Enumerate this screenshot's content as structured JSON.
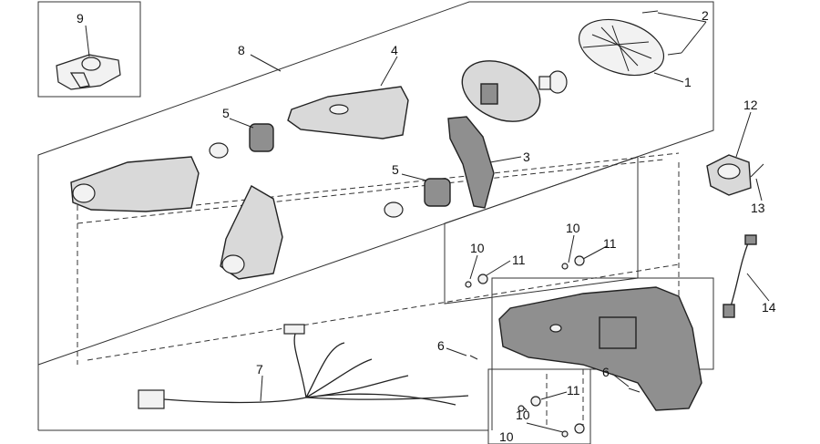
{
  "callouts": {
    "c1": "1",
    "c2": "2",
    "c3": "3",
    "c4": "4",
    "c5a": "5",
    "c5b": "5",
    "c6a": "6",
    "c6b": "6",
    "c7": "7",
    "c8": "8",
    "c9": "9",
    "c10a": "10",
    "c10b": "10",
    "c10c": "10",
    "c10d": "10",
    "c11a": "11",
    "c11b": "11",
    "c11c": "11",
    "c12": "12",
    "c13": "13",
    "c14": "14"
  }
}
